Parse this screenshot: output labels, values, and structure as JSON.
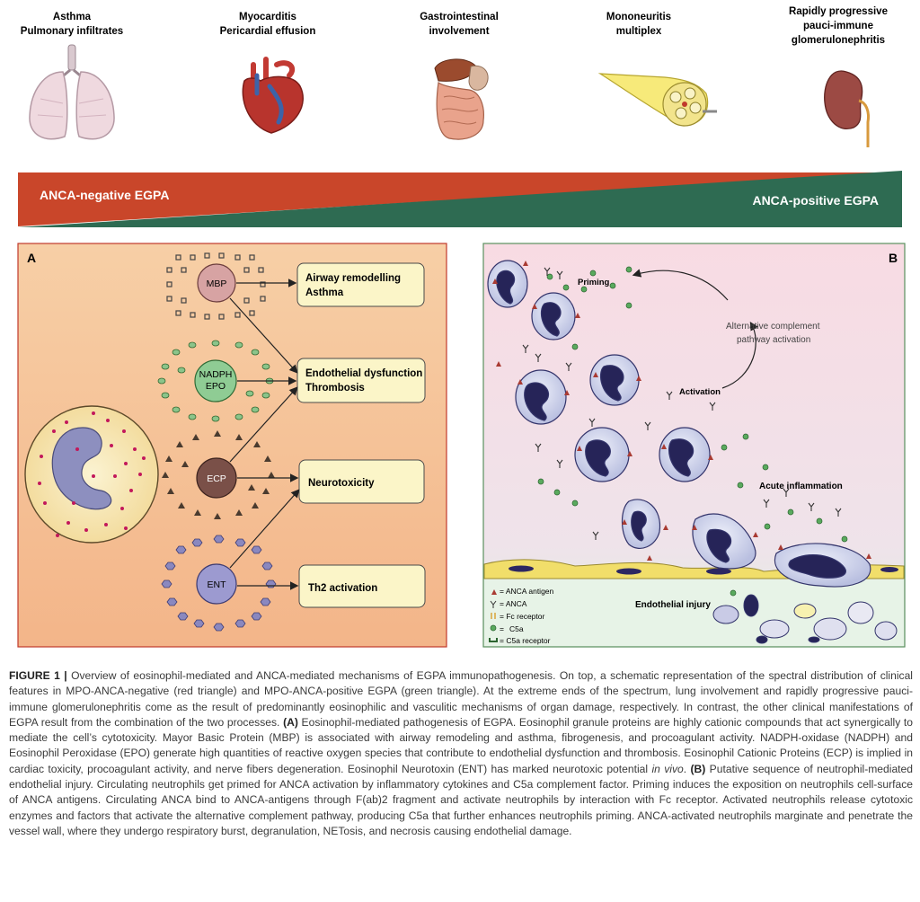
{
  "top_panel": {
    "organs": [
      {
        "icon": "lungs-icon",
        "lines": [
          "Asthma",
          "Pulmonary infiltrates"
        ]
      },
      {
        "icon": "heart-icon",
        "lines": [
          "Myocarditis",
          "Pericardial effusion"
        ]
      },
      {
        "icon": "gastrointestinal-icon",
        "lines": [
          "Gastrointestinal",
          "involvement"
        ]
      },
      {
        "icon": "nerve-icon",
        "lines": [
          "Mononeuritis",
          "multiplex"
        ]
      },
      {
        "icon": "kidney-icon",
        "lines": [
          "Rapidly progressive",
          "pauci-immune",
          "glomerulonephritis"
        ]
      }
    ],
    "red_triangle_label": "ANCA-negative EGPA",
    "green_triangle_label": "ANCA-positive EGPA",
    "colors": {
      "red": "#c9462a",
      "green": "#2e6b52"
    }
  },
  "panel_a": {
    "letter": "A",
    "proteins": {
      "mbp": "MBP",
      "nadph_line1": "NADPH",
      "nadph_line2": "EPO",
      "ecp": "ECP",
      "ent": "ENT"
    },
    "effects": {
      "airway_line1": "Airway remodelling",
      "airway_line2": "Asthma",
      "endo_line1": "Endothelial dysfunction",
      "endo_line2": "Thrombosis",
      "neuro": "Neurotoxicity",
      "th2": "Th2 activation"
    },
    "colors": {
      "bg_top": "#f6c79b",
      "bg_bottom": "#f4b98a",
      "border": "#c0392b"
    }
  },
  "panel_b": {
    "letter": "B",
    "labels": {
      "priming": "Priming",
      "alt_line1": "Alternative complement",
      "alt_line2": "pathway activation",
      "activation": "Activation",
      "acute": "Acute inflammation",
      "endothelial_injury": "Endothelial injury"
    },
    "legend": [
      "ANCA antigen",
      "ANCA",
      "Fc receptor",
      "C5a",
      "= C5a receptor"
    ],
    "legend_prefix": [
      "= ",
      "= ",
      "= ",
      "=",
      ""
    ],
    "colors": {
      "bg_top": "#f7dde4",
      "bg_bottom": "#e4f1e6",
      "border": "#5a8f5e"
    }
  },
  "caption": {
    "label": "FIGURE 1 |",
    "text_1": " Overview of eosinophil-mediated and ANCA-mediated mechanisms of EGPA immunopathogenesis. On top, a schematic representation of the spectral distribution of clinical features in MPO-ANCA-negative (red triangle) and MPO-ANCA-positive EGPA (green triangle). At the extreme ends of the spectrum, lung involvement and rapidly progressive pauci-immune glomerulonephritis come as the result of predominantly eosinophilic and vasculitic mechanisms of organ damage, respectively. In contrast, the other clinical manifestations of EGPA result from the combination of the two processes. ",
    "a_label": "(A)",
    "text_2": " Eosinophil-mediated pathogenesis of EGPA. Eosinophil granule proteins are highly cationic compounds that act synergically to mediate the cell’s cytotoxicity. Mayor Basic Protein (MBP) is associated with airway remodeling and asthma, fibrogenesis, and procoagulant activity. NADPH-oxidase (NADPH) and Eosinophil Peroxidase (EPO) generate high quantities of reactive oxygen species that contribute to endothelial dysfunction and thrombosis. Eosinophil Cationic Proteins (ECP) is implied in cardiac toxicity, procoagulant activity, and nerve fibers degeneration. Eosinophil Neurotoxin (ENT) has marked neurotoxic potential ",
    "in_vivo": "in vivo",
    "text_3": ". ",
    "b_label": "(B)",
    "text_4": " Putative sequence of neutrophil-mediated endothelial injury. Circulating neutrophils get primed for ANCA activation by inflammatory cytokines and C5a complement factor. Priming induces the exposition on neutrophils cell-surface of ANCA antigens. Circulating ANCA bind to ANCA-antigens through F(ab)2 fragment and activate neutrophils by interaction with Fc receptor. Activated neutrophils release cytotoxic enzymes and factors that activate the alternative complement pathway, producing C5a that further enhances neutrophils priming. ANCA-activated neutrophils marginate and penetrate the vessel wall, where they undergo respiratory burst, degranulation, NETosis, and necrosis causing endothelial damage."
  }
}
